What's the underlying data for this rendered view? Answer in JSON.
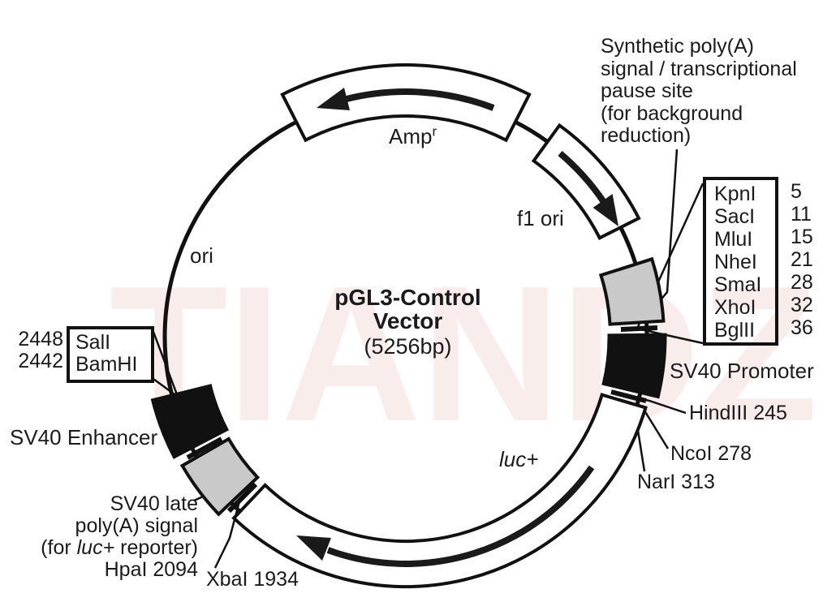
{
  "watermark": "TIANDZ",
  "title": {
    "name_line1": "pGL3-Control",
    "name_line2": "Vector",
    "size": "(5256bp)"
  },
  "features": {
    "amp_base": "Amp",
    "amp_sup": "r",
    "f1_ori": "f1 ori",
    "ori": "ori",
    "luc": "luc+",
    "sv40_promoter": "SV40 Promoter",
    "sv40_enhancer": "SV40 Enhancer"
  },
  "annotations": {
    "synthetic_polya": {
      "line1": "Synthetic poly(A)",
      "line2": "signal / transcriptional",
      "line3": "pause site",
      "line4": "(for background",
      "line5": "reduction)"
    },
    "mcs": {
      "rows": [
        {
          "enzyme": "KpnI",
          "pos": "5"
        },
        {
          "enzyme": "SacI",
          "pos": "11"
        },
        {
          "enzyme": "MluI",
          "pos": "15"
        },
        {
          "enzyme": "NheI",
          "pos": "21"
        },
        {
          "enzyme": "SmaI",
          "pos": "28"
        },
        {
          "enzyme": "XhoI",
          "pos": "32"
        },
        {
          "enzyme": "BglII",
          "pos": "36"
        }
      ]
    },
    "sal_bam": {
      "rows": [
        {
          "pos": "2448",
          "enzyme": "SalI"
        },
        {
          "pos": "2442",
          "enzyme": "BamHI"
        }
      ]
    },
    "hindiii": "HindIII 245",
    "ncoi": "NcoI 278",
    "nari": "NarI 313",
    "xbai": "XbaI 1934",
    "late_polya": {
      "line1": "SV40 late",
      "line2": "poly(A) signal",
      "line3_pre": "(for ",
      "line3_gene": "luc+",
      "line3_post": " reporter)",
      "line4": "HpaI 2094"
    }
  },
  "colors": {
    "feature_gray": "#c9c9c9",
    "feature_black": "#111111",
    "line": "#111111",
    "watermark": "#f8edeb",
    "background": "#ffffff"
  }
}
